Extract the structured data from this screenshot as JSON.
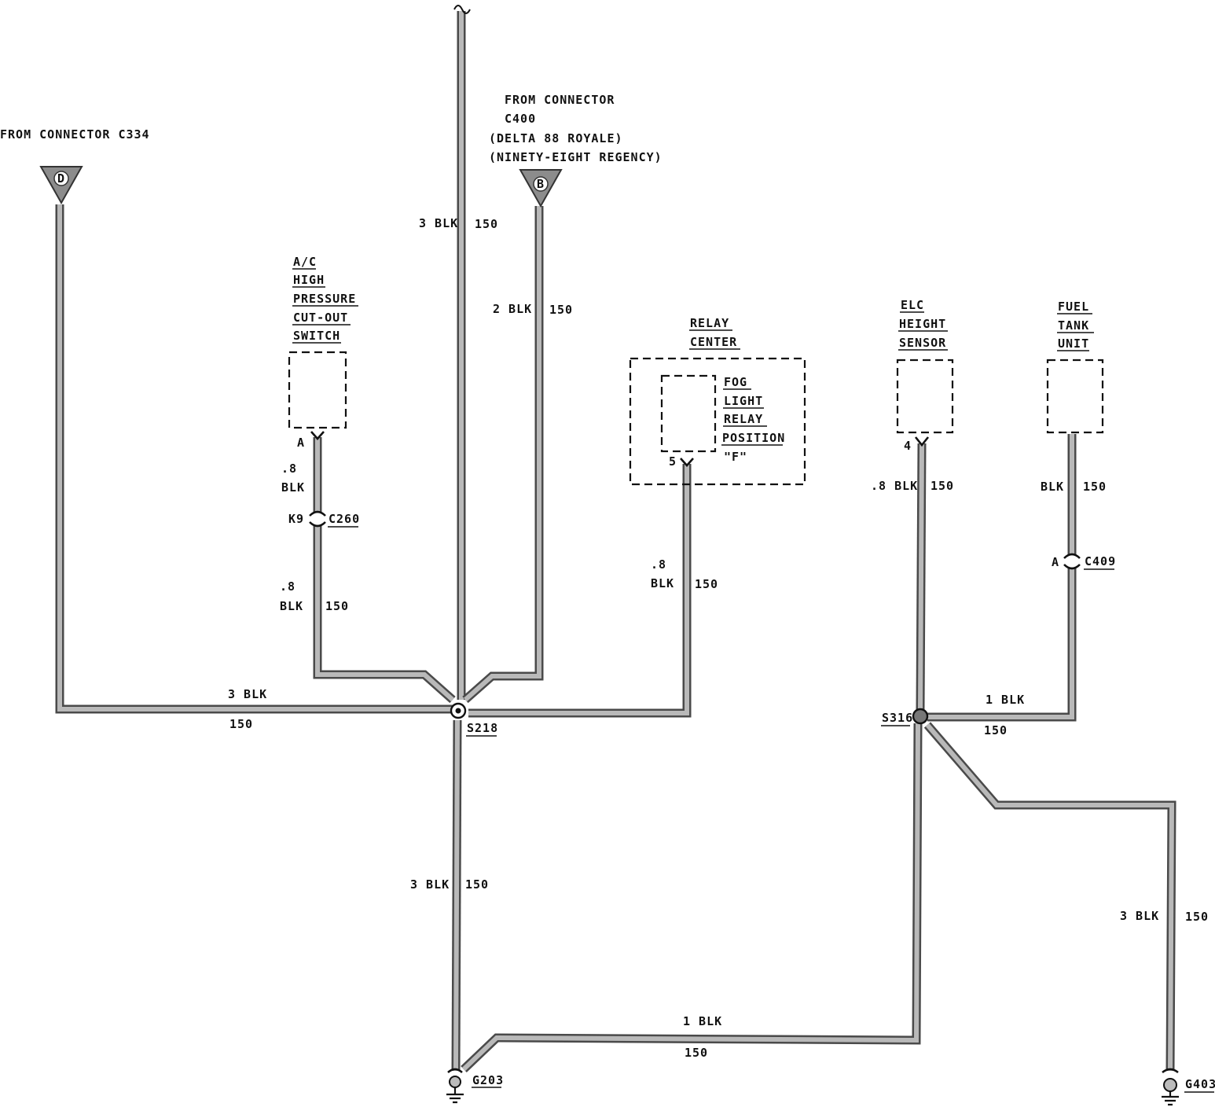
{
  "connectors": {
    "c334": {
      "label": "FROM CONNECTOR C334",
      "pin": "D"
    },
    "c400": {
      "line1": "FROM CONNECTOR",
      "line2": "C400",
      "line3": "(DELTA 88 ROYALE)",
      "line4": "(NINETY-EIGHT REGENCY)",
      "pin": "B"
    }
  },
  "components": {
    "ac_switch": {
      "lines": [
        "A/C",
        "HIGH",
        "PRESSURE",
        "CUT-OUT",
        "SWITCH"
      ],
      "pin": "A"
    },
    "relay_center": {
      "lines": [
        "RELAY",
        "CENTER"
      ]
    },
    "fog_relay": {
      "lines": [
        "FOG",
        "LIGHT",
        "RELAY",
        "POSITION",
        "\"F\""
      ],
      "pin": "5"
    },
    "elc_sensor": {
      "lines": [
        "ELC",
        "HEIGHT",
        "SENSOR"
      ],
      "pin": "4"
    },
    "fuel_tank": {
      "lines": [
        "FUEL",
        "TANK",
        "UNIT"
      ]
    }
  },
  "inline_connectors": {
    "c260": {
      "name": "C260",
      "pin": "K9"
    },
    "c409": {
      "name": "C409",
      "pin": "A"
    }
  },
  "splices": {
    "s218": "S218",
    "s316": "S316"
  },
  "grounds": {
    "g203": "G203",
    "g403": "G403"
  },
  "wires": {
    "top_main": {
      "gauge": "3 BLK",
      "circuit": "150"
    },
    "c400": {
      "gauge": "2 BLK",
      "circuit": "150"
    },
    "ac_upper": {
      "gauge": ".8",
      "color": "BLK"
    },
    "ac_lower": {
      "gauge": ".8",
      "color": "BLK",
      "circuit": "150"
    },
    "fog": {
      "gauge": ".8",
      "color": "BLK",
      "circuit": "150"
    },
    "c334": {
      "gauge": "3 BLK",
      "circuit": "150"
    },
    "g203_vertical": {
      "gauge": "3 BLK",
      "circuit": "150"
    },
    "elc": {
      "gauge": ".8 BLK",
      "circuit": "150"
    },
    "fuel": {
      "gauge": "BLK",
      "circuit": "150"
    },
    "s316_fuel": {
      "gauge": "1 BLK",
      "circuit": "150"
    },
    "g403": {
      "gauge": "3 BLK",
      "circuit": "150"
    },
    "bottom": {
      "gauge": "1 BLK",
      "circuit": "150"
    }
  }
}
